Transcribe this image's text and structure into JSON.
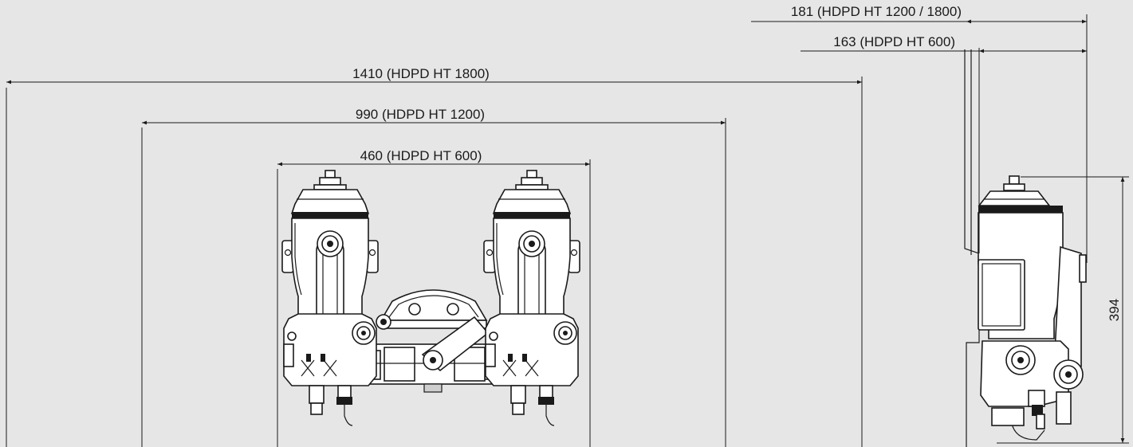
{
  "dimensions": {
    "width_1800": "1410 (HDPD HT 1800)",
    "width_1200": "990 (HDPD HT 1200)",
    "width_600": "460 (HDPD HT 600)",
    "depth_1200_1800": "181 (HDPD HT 1200 / 1800)",
    "depth_600": "163 (HDPD HT 600)",
    "height": "394"
  },
  "colors": {
    "background": "#e6e6e6",
    "line": "#1a1a1a",
    "part_fill": "#ffffff"
  }
}
